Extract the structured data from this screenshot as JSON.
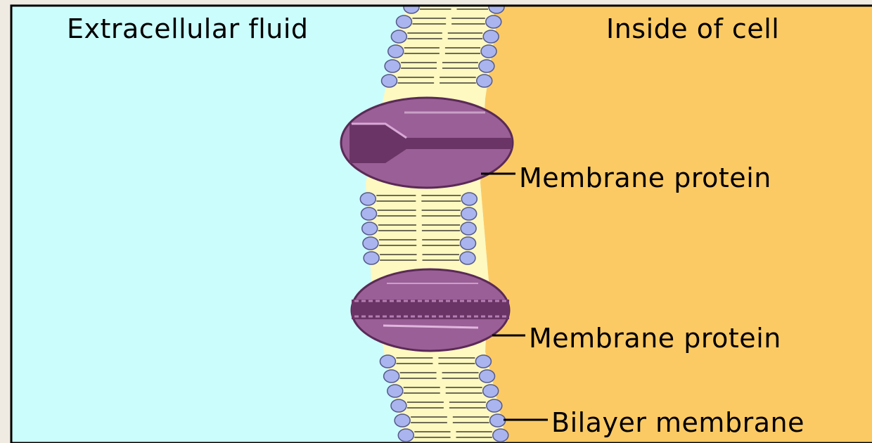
{
  "labels": {
    "extracellular": "Extracellular fluid",
    "inside_cell": "Inside of cell",
    "membrane_protein_top": "Membrane protein",
    "membrane_protein_bottom": "Membrane protein",
    "bilayer": "Bilayer membrane"
  },
  "colors": {
    "extracellular": "#ccfdfd",
    "cytoplasm": "#fcca64",
    "lipid_tails": "#fdf9c0",
    "lipid_head": "#aab4ee",
    "protein": "#9a5f97",
    "protein_dark": "#6a3566",
    "frame": "#000000"
  }
}
